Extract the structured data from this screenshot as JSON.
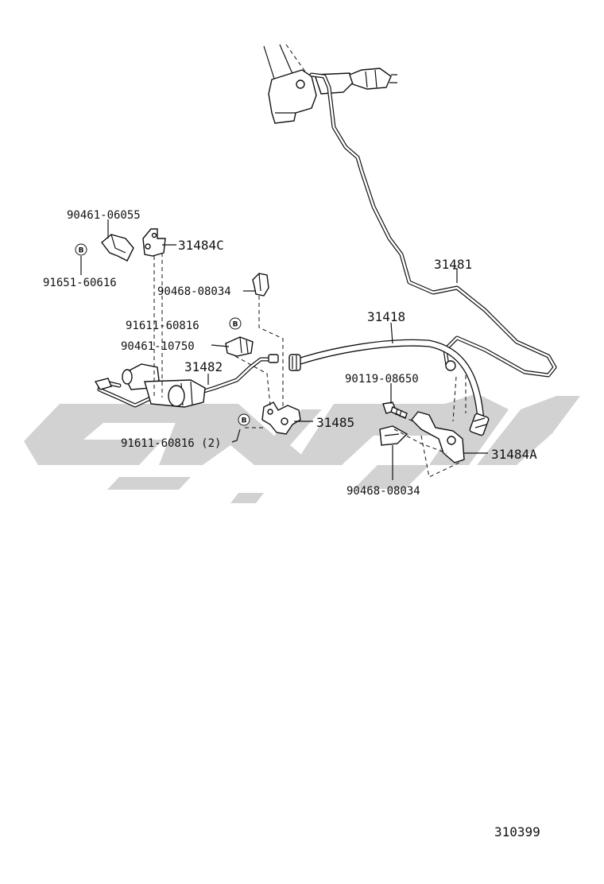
{
  "labels": {
    "p90461_06055": "90461-06055",
    "p31484c": "31484C",
    "p91651_60616": "91651-60616",
    "p90468_08034_top": "90468-08034",
    "p91611_60816": "91611-60816",
    "p90461_10750": "90461-10750",
    "p31482": "31482",
    "p91611_60816_2": "91611-60816 (2)",
    "p31485": "31485",
    "p31481": "31481",
    "p31418": "31418",
    "p90119_08650": "90119-08650",
    "p31484a": "31484A",
    "p90468_08034_bottom": "90468-08034"
  },
  "bolt_marker_letter": "B",
  "figure_code": "310399",
  "colors": {
    "line": "#111111",
    "watermark": "#d2d2d2",
    "background": "#ffffff"
  }
}
